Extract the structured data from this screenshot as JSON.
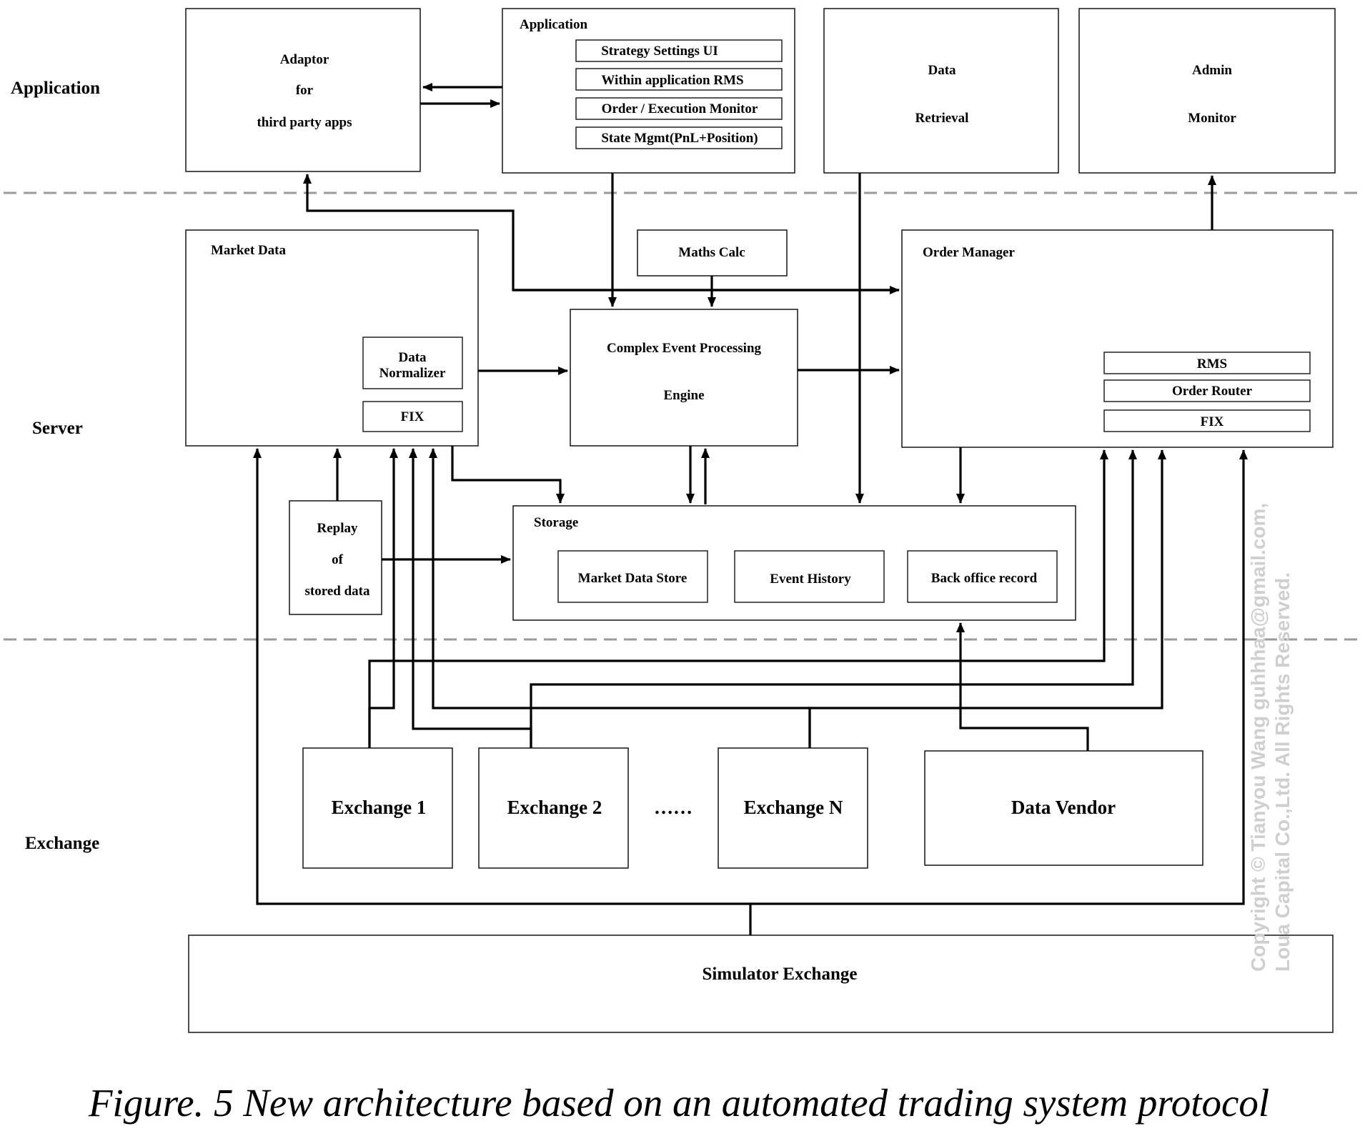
{
  "layers": {
    "application": "Application",
    "server": "Server",
    "exchange": "Exchange"
  },
  "blocks": {
    "adaptor": {
      "lines": [
        "Adaptor",
        "for",
        "third party apps"
      ]
    },
    "application": {
      "title": "Application",
      "items": [
        "Strategy Settings UI",
        "Within application RMS",
        "Order / Execution Monitor",
        "State Mgmt(PnL+Position)"
      ]
    },
    "data_retrieval": {
      "lines": [
        "Data",
        "Retrieval"
      ]
    },
    "admin_monitor": {
      "lines": [
        "Admin",
        "Monitor"
      ]
    },
    "market_data": {
      "title": "Market Data",
      "normalizer": [
        "Data",
        "Normalizer"
      ],
      "fix": "FIX"
    },
    "maths_calc": "Maths Calc",
    "cep": {
      "lines": [
        "Complex Event Processing",
        "Engine"
      ]
    },
    "order_manager": {
      "title": "Order Manager",
      "items": [
        "RMS",
        "Order Router",
        "FIX"
      ]
    },
    "replay": {
      "lines": [
        "Replay",
        "of",
        "stored data"
      ]
    },
    "storage": {
      "title": "Storage",
      "items": [
        "Market Data Store",
        "Event History",
        "Back office record"
      ]
    },
    "exchanges": [
      "Exchange 1",
      "Exchange 2",
      "Exchange N"
    ],
    "ellipsis": "……",
    "data_vendor": "Data Vendor",
    "simulator": "Simulator Exchange"
  },
  "caption": "Figure. 5 New architecture based on an automated trading system protocol",
  "watermark": [
    "Copyright © Tianyou Wang guhhhaa@gmail.com,",
    "Loua Capital Co.,Ltd. All Rights Reserved."
  ]
}
